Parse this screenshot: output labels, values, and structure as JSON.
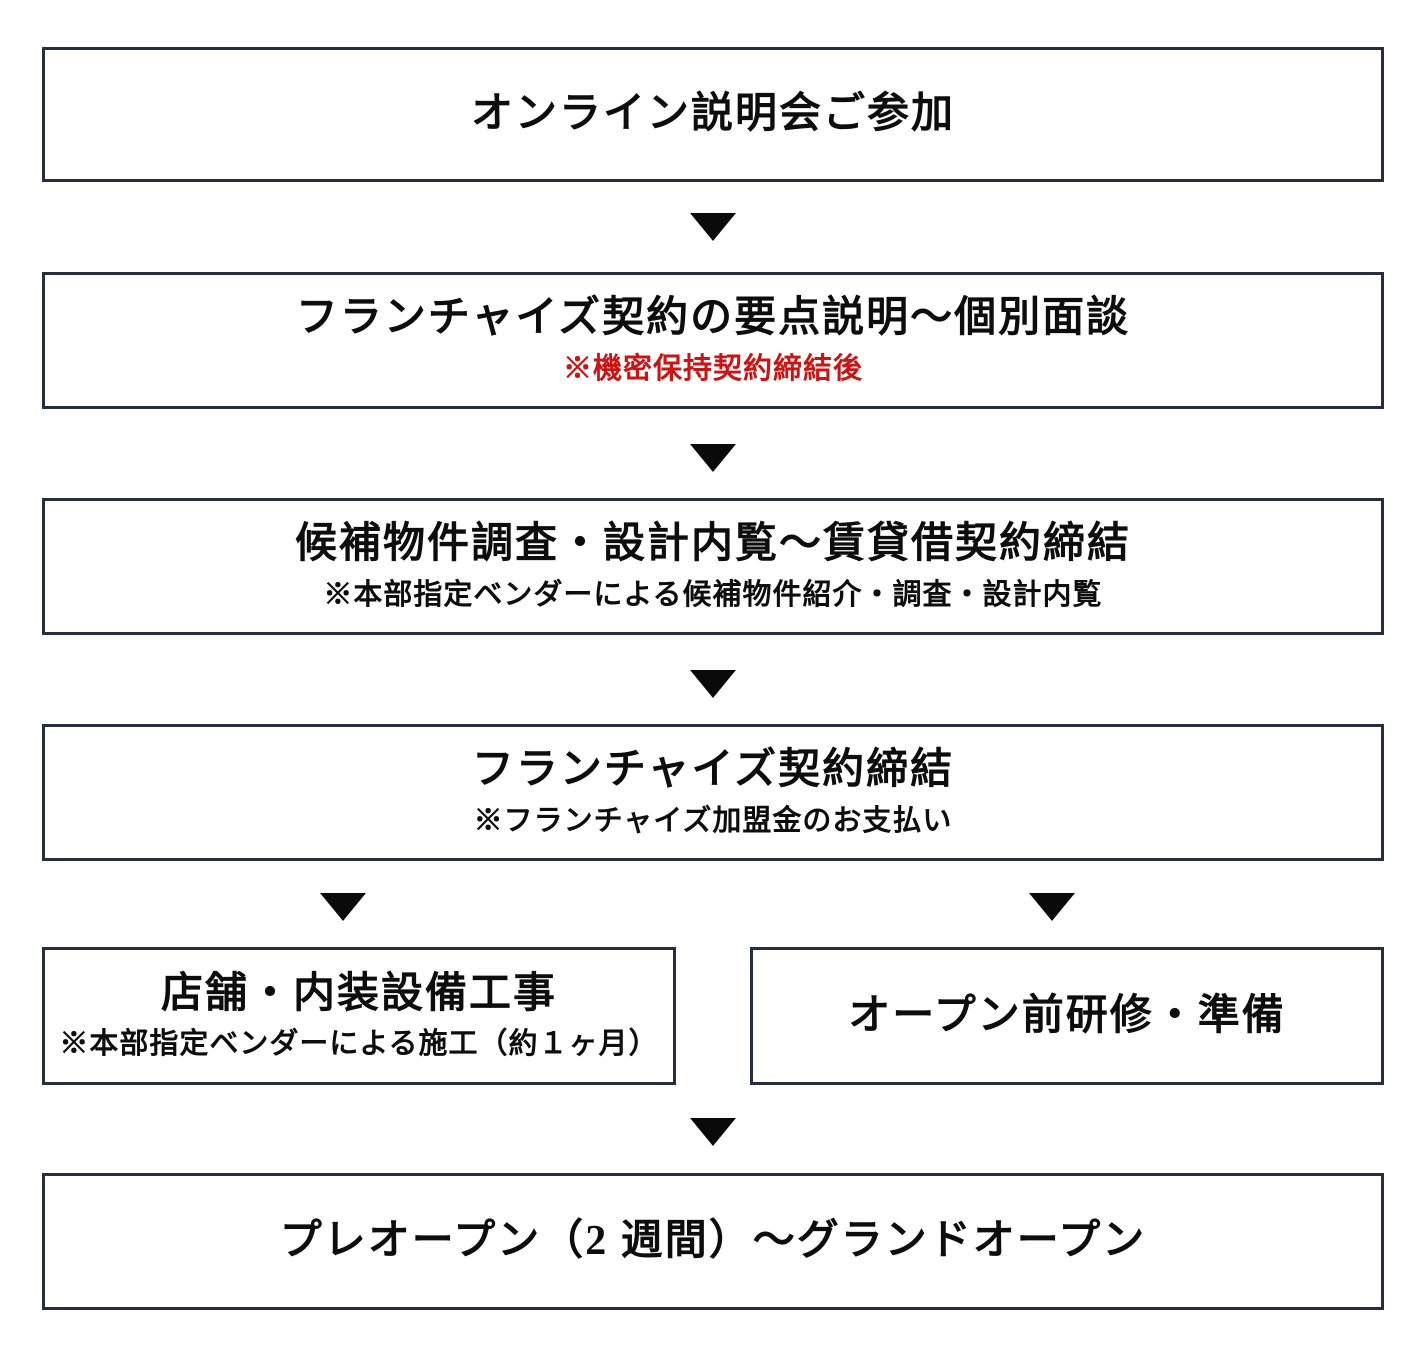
{
  "flow": {
    "steps": [
      {
        "title": "オンライン説明会ご参加"
      },
      {
        "title": "フランチャイズ契約の要点説明〜個別面談",
        "note": "※機密保持契約締結後"
      },
      {
        "title": "候補物件調査・設計内覧〜賃貸借契約締結",
        "note": "※本部指定ベンダーによる候補物件紹介・調査・設計内覧"
      },
      {
        "title": "フランチャイズ契約締結",
        "note": "※フランチャイズ加盟金のお支払い"
      }
    ],
    "branch": {
      "left": {
        "title": "店舗・内装設備工事",
        "note": "※本部指定ベンダーによる施工（約１ヶ月）"
      },
      "right": {
        "title": "オープン前研修・準備"
      }
    },
    "final": {
      "title": "プレオープン（2 週間）〜グランドオープン"
    }
  },
  "colors": {
    "box_border": "#272e41",
    "title_text": "#0d0d0d",
    "note_text": "#0d0d0d",
    "note_red": "#cf1212",
    "arrow": "#0a0a0a",
    "background": "#ffffff"
  }
}
